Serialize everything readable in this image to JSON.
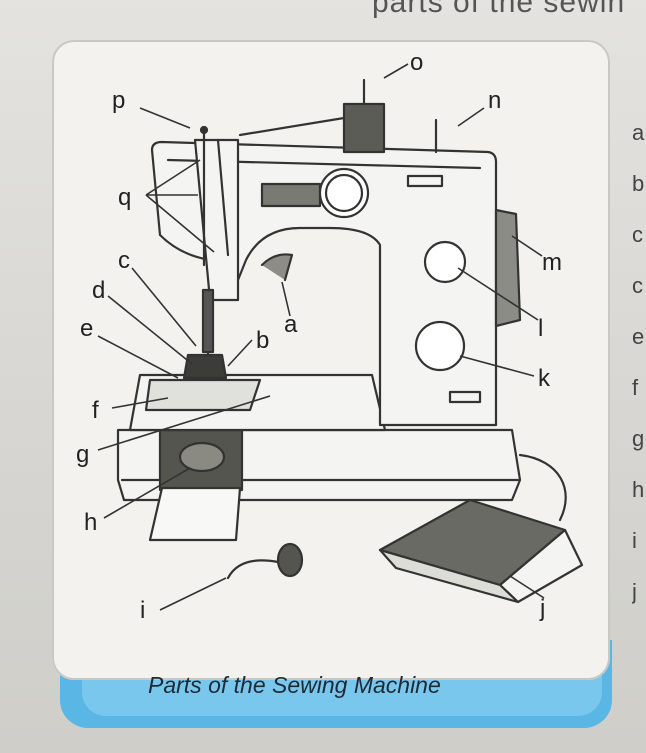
{
  "header_fragment": "parts of the sewin",
  "side_letters": [
    "a",
    "b",
    "c",
    "c",
    "e",
    "f",
    "g",
    "h",
    "i",
    "j"
  ],
  "caption": "Parts of the Sewing Machine",
  "labels": {
    "a": "a",
    "b": "b",
    "c": "c",
    "d": "d",
    "e": "e",
    "f": "f",
    "g": "g",
    "h": "h",
    "i": "i",
    "j": "j",
    "k": "k",
    "l": "l",
    "m": "m",
    "n": "n",
    "o": "o",
    "p": "p",
    "q": "q"
  },
  "colors": {
    "caption_bar": "#5ab6e4",
    "line": "#333333",
    "machine_fill": "#f4f4f2",
    "pedal_dark": "#6a6a64"
  }
}
